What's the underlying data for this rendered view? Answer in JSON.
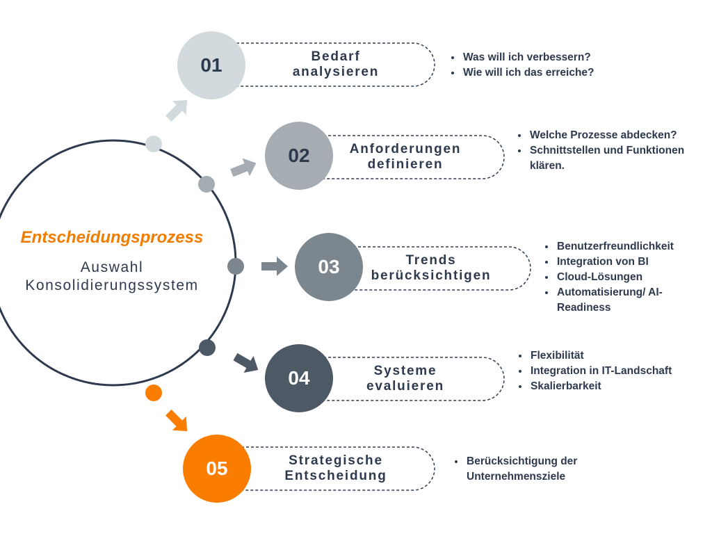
{
  "center": {
    "subtitle": "Entscheidungsprozess",
    "title_line1": "Auswahl",
    "title_line2": "Konsolidierungssystem"
  },
  "colors": {
    "accent": "#f07d00",
    "dark": "#2d3a4e",
    "step1": "#d2dade",
    "step2": "#a5adb2",
    "step3": "#7b868e",
    "step4": "#4e5966",
    "step5": "#fb7d00"
  },
  "steps": [
    {
      "number": "01",
      "label_line1": "Bedarf",
      "label_line2": "analysieren",
      "bullets": [
        "Was will ich verbessern?",
        "Wie will ich das erreiche?"
      ]
    },
    {
      "number": "02",
      "label_line1": "Anforderungen",
      "label_line2": "definieren",
      "bullets": [
        "Welche Prozesse abdecken?",
        "Schnittstellen und Funktionen klären."
      ]
    },
    {
      "number": "03",
      "label_line1": "Trends",
      "label_line2": "berücksichtigen",
      "bullets": [
        "Benutzerfreundlichkeit",
        "Integration von BI",
        "Cloud-Lösungen",
        "Automatisierung/ AI-Readiness"
      ]
    },
    {
      "number": "04",
      "label_line1": "Systeme",
      "label_line2": "evaluieren",
      "bullets": [
        "Flexibilität",
        "Integration in IT-Landschaft",
        "Skalierbarkeit"
      ]
    },
    {
      "number": "05",
      "label_line1": "Strategische",
      "label_line2": "Entscheidung",
      "bullets": [
        "Berücksichtigung der Unternehmensziele"
      ]
    }
  ]
}
